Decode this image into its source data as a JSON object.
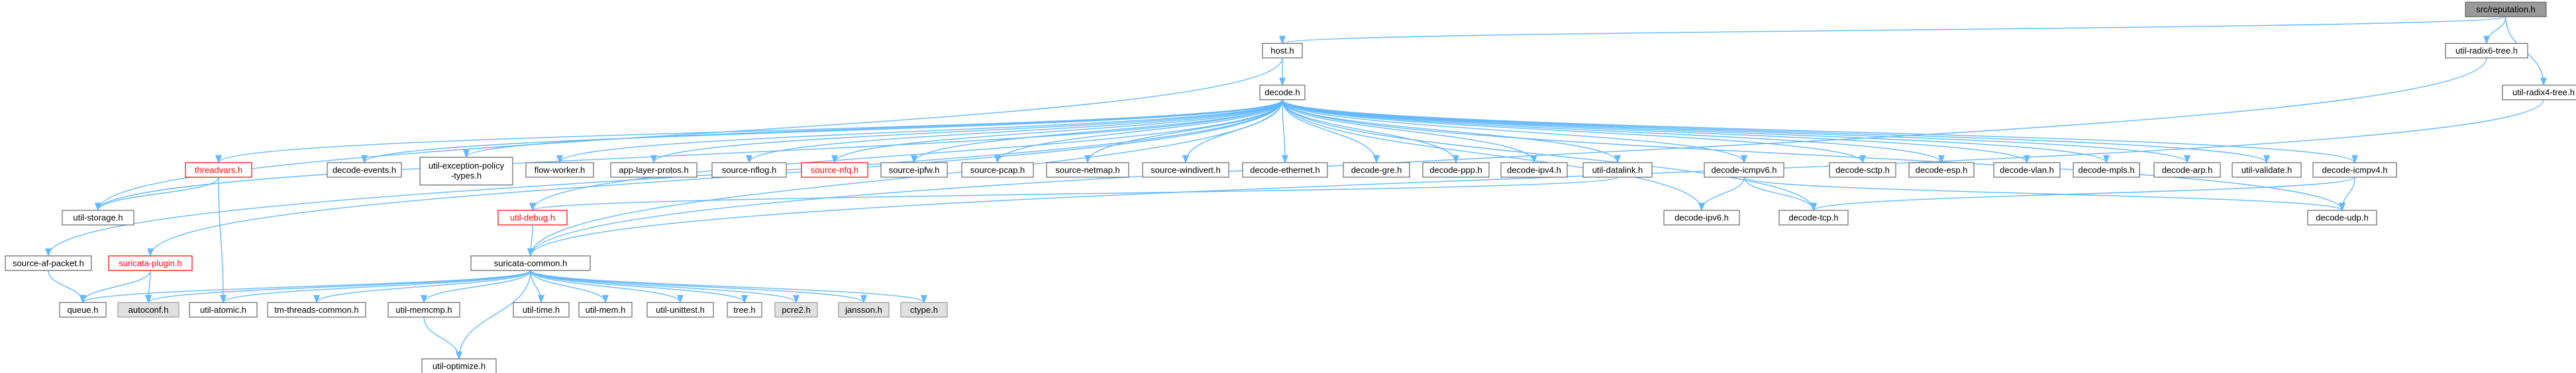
{
  "graph": {
    "colors": {
      "edge": "#63b8ff",
      "normal_border": "#666666",
      "normal_fill": "#ffffff",
      "root_fill": "#999999",
      "root_border": "#666666",
      "incomplete_border": "#ff0000",
      "incomplete_text": "#ff0000",
      "system_fill": "#e0e0e0",
      "system_border": "#999999",
      "text": "#000000"
    },
    "nodes": [
      {
        "id": "root",
        "label": "src/reputation.h",
        "style": "root"
      },
      {
        "id": "host",
        "label": "host.h",
        "style": "normal"
      },
      {
        "id": "radix6",
        "label": "util-radix6-tree.h",
        "style": "normal"
      },
      {
        "id": "radix4",
        "label": "util-radix4-tree.h",
        "style": "normal"
      },
      {
        "id": "decode",
        "label": "decode.h",
        "style": "normal"
      },
      {
        "id": "threadvars",
        "label": "threadvars.h",
        "style": "incomplete"
      },
      {
        "id": "devents",
        "label": "decode-events.h",
        "style": "normal"
      },
      {
        "id": "uexcept",
        "label": "util-exception-policy\n-types.h",
        "style": "normal"
      },
      {
        "id": "flowworker",
        "label": "flow-worker.h",
        "style": "normal"
      },
      {
        "id": "applayer",
        "label": "app-layer-protos.h",
        "style": "normal"
      },
      {
        "id": "nflog",
        "label": "source-nflog.h",
        "style": "normal"
      },
      {
        "id": "nfq",
        "label": "source-nfq.h",
        "style": "incomplete"
      },
      {
        "id": "ipfw",
        "label": "source-ipfw.h",
        "style": "normal"
      },
      {
        "id": "pcap",
        "label": "source-pcap.h",
        "style": "normal"
      },
      {
        "id": "netmap",
        "label": "source-netmap.h",
        "style": "normal"
      },
      {
        "id": "windivert",
        "label": "source-windivert.h",
        "style": "normal"
      },
      {
        "id": "dethernet",
        "label": "decode-ethernet.h",
        "style": "normal"
      },
      {
        "id": "dgre",
        "label": "decode-gre.h",
        "style": "normal"
      },
      {
        "id": "dppp",
        "label": "decode-ppp.h",
        "style": "normal"
      },
      {
        "id": "dipv4",
        "label": "decode-ipv4.h",
        "style": "normal"
      },
      {
        "id": "udatalink",
        "label": "util-datalink.h",
        "style": "normal"
      },
      {
        "id": "dicmpv6",
        "label": "decode-icmpv6.h",
        "style": "normal"
      },
      {
        "id": "dsctp",
        "label": "decode-sctp.h",
        "style": "normal"
      },
      {
        "id": "desp",
        "label": "decode-esp.h",
        "style": "normal"
      },
      {
        "id": "dvlan",
        "label": "decode-vlan.h",
        "style": "normal"
      },
      {
        "id": "dmpls",
        "label": "decode-mpls.h",
        "style": "normal"
      },
      {
        "id": "darp",
        "label": "decode-arp.h",
        "style": "normal"
      },
      {
        "id": "uvalidate",
        "label": "util-validate.h",
        "style": "normal"
      },
      {
        "id": "dicmpv4",
        "label": "decode-icmpv4.h",
        "style": "normal"
      },
      {
        "id": "ustorage",
        "label": "util-storage.h",
        "style": "normal"
      },
      {
        "id": "udebug",
        "label": "util-debug.h",
        "style": "incomplete"
      },
      {
        "id": "dipv6",
        "label": "decode-ipv6.h",
        "style": "normal"
      },
      {
        "id": "dtcp",
        "label": "decode-tcp.h",
        "style": "normal"
      },
      {
        "id": "dudp",
        "label": "decode-udp.h",
        "style": "normal"
      },
      {
        "id": "afpacket",
        "label": "source-af-packet.h",
        "style": "normal"
      },
      {
        "id": "splugin",
        "label": "suricata-plugin.h",
        "style": "incomplete"
      },
      {
        "id": "scommon",
        "label": "suricata-common.h",
        "style": "normal"
      },
      {
        "id": "queue",
        "label": "queue.h",
        "style": "normal"
      },
      {
        "id": "autoconf",
        "label": "autoconf.h",
        "style": "system"
      },
      {
        "id": "uatomic",
        "label": "util-atomic.h",
        "style": "normal"
      },
      {
        "id": "tmthreads",
        "label": "tm-threads-common.h",
        "style": "normal"
      },
      {
        "id": "umemcmp",
        "label": "util-memcmp.h",
        "style": "normal"
      },
      {
        "id": "utime",
        "label": "util-time.h",
        "style": "normal"
      },
      {
        "id": "umem",
        "label": "util-mem.h",
        "style": "normal"
      },
      {
        "id": "uunittest",
        "label": "util-unittest.h",
        "style": "normal"
      },
      {
        "id": "tree",
        "label": "tree.h",
        "style": "normal"
      },
      {
        "id": "pcre2",
        "label": "pcre2.h",
        "style": "system"
      },
      {
        "id": "jansson",
        "label": "jansson.h",
        "style": "system"
      },
      {
        "id": "ctype",
        "label": "ctype.h",
        "style": "system"
      },
      {
        "id": "uoptimize",
        "label": "util-optimize.h",
        "style": "normal"
      }
    ],
    "edges": [
      [
        "root",
        "host"
      ],
      [
        "root",
        "radix6"
      ],
      [
        "root",
        "radix4"
      ],
      [
        "host",
        "decode"
      ],
      [
        "host",
        "ustorage"
      ],
      [
        "radix6",
        "scommon"
      ],
      [
        "radix4",
        "scommon"
      ],
      [
        "decode",
        "threadvars"
      ],
      [
        "decode",
        "devents"
      ],
      [
        "decode",
        "uexcept"
      ],
      [
        "decode",
        "flowworker"
      ],
      [
        "decode",
        "applayer"
      ],
      [
        "decode",
        "nflog"
      ],
      [
        "decode",
        "nfq"
      ],
      [
        "decode",
        "ipfw"
      ],
      [
        "decode",
        "pcap"
      ],
      [
        "decode",
        "netmap"
      ],
      [
        "decode",
        "windivert"
      ],
      [
        "decode",
        "dethernet"
      ],
      [
        "decode",
        "dgre"
      ],
      [
        "decode",
        "dppp"
      ],
      [
        "decode",
        "dipv4"
      ],
      [
        "decode",
        "udatalink"
      ],
      [
        "decode",
        "dicmpv6"
      ],
      [
        "decode",
        "dsctp"
      ],
      [
        "decode",
        "desp"
      ],
      [
        "decode",
        "dvlan"
      ],
      [
        "decode",
        "dmpls"
      ],
      [
        "decode",
        "darp"
      ],
      [
        "decode",
        "uvalidate"
      ],
      [
        "decode",
        "dicmpv4"
      ],
      [
        "decode",
        "ustorage"
      ],
      [
        "decode",
        "udebug"
      ],
      [
        "decode",
        "dipv6"
      ],
      [
        "decode",
        "dtcp"
      ],
      [
        "decode",
        "dudp"
      ],
      [
        "decode",
        "afpacket"
      ],
      [
        "decode",
        "splugin"
      ],
      [
        "decode",
        "scommon"
      ],
      [
        "threadvars",
        "ustorage"
      ],
      [
        "threadvars",
        "uatomic"
      ],
      [
        "udatalink",
        "udebug"
      ],
      [
        "dicmpv6",
        "dipv6"
      ],
      [
        "dicmpv6",
        "dtcp"
      ],
      [
        "dicmpv6",
        "dudp"
      ],
      [
        "dicmpv4",
        "dtcp"
      ],
      [
        "dicmpv4",
        "dudp"
      ],
      [
        "udebug",
        "scommon"
      ],
      [
        "afpacket",
        "queue"
      ],
      [
        "splugin",
        "queue"
      ],
      [
        "splugin",
        "autoconf"
      ],
      [
        "scommon",
        "queue"
      ],
      [
        "scommon",
        "autoconf"
      ],
      [
        "scommon",
        "uatomic"
      ],
      [
        "scommon",
        "tmthreads"
      ],
      [
        "scommon",
        "umemcmp"
      ],
      [
        "scommon",
        "utime"
      ],
      [
        "scommon",
        "umem"
      ],
      [
        "scommon",
        "uunittest"
      ],
      [
        "scommon",
        "tree"
      ],
      [
        "scommon",
        "pcre2"
      ],
      [
        "scommon",
        "jansson"
      ],
      [
        "scommon",
        "ctype"
      ],
      [
        "scommon",
        "uoptimize"
      ],
      [
        "umemcmp",
        "uoptimize"
      ]
    ]
  }
}
